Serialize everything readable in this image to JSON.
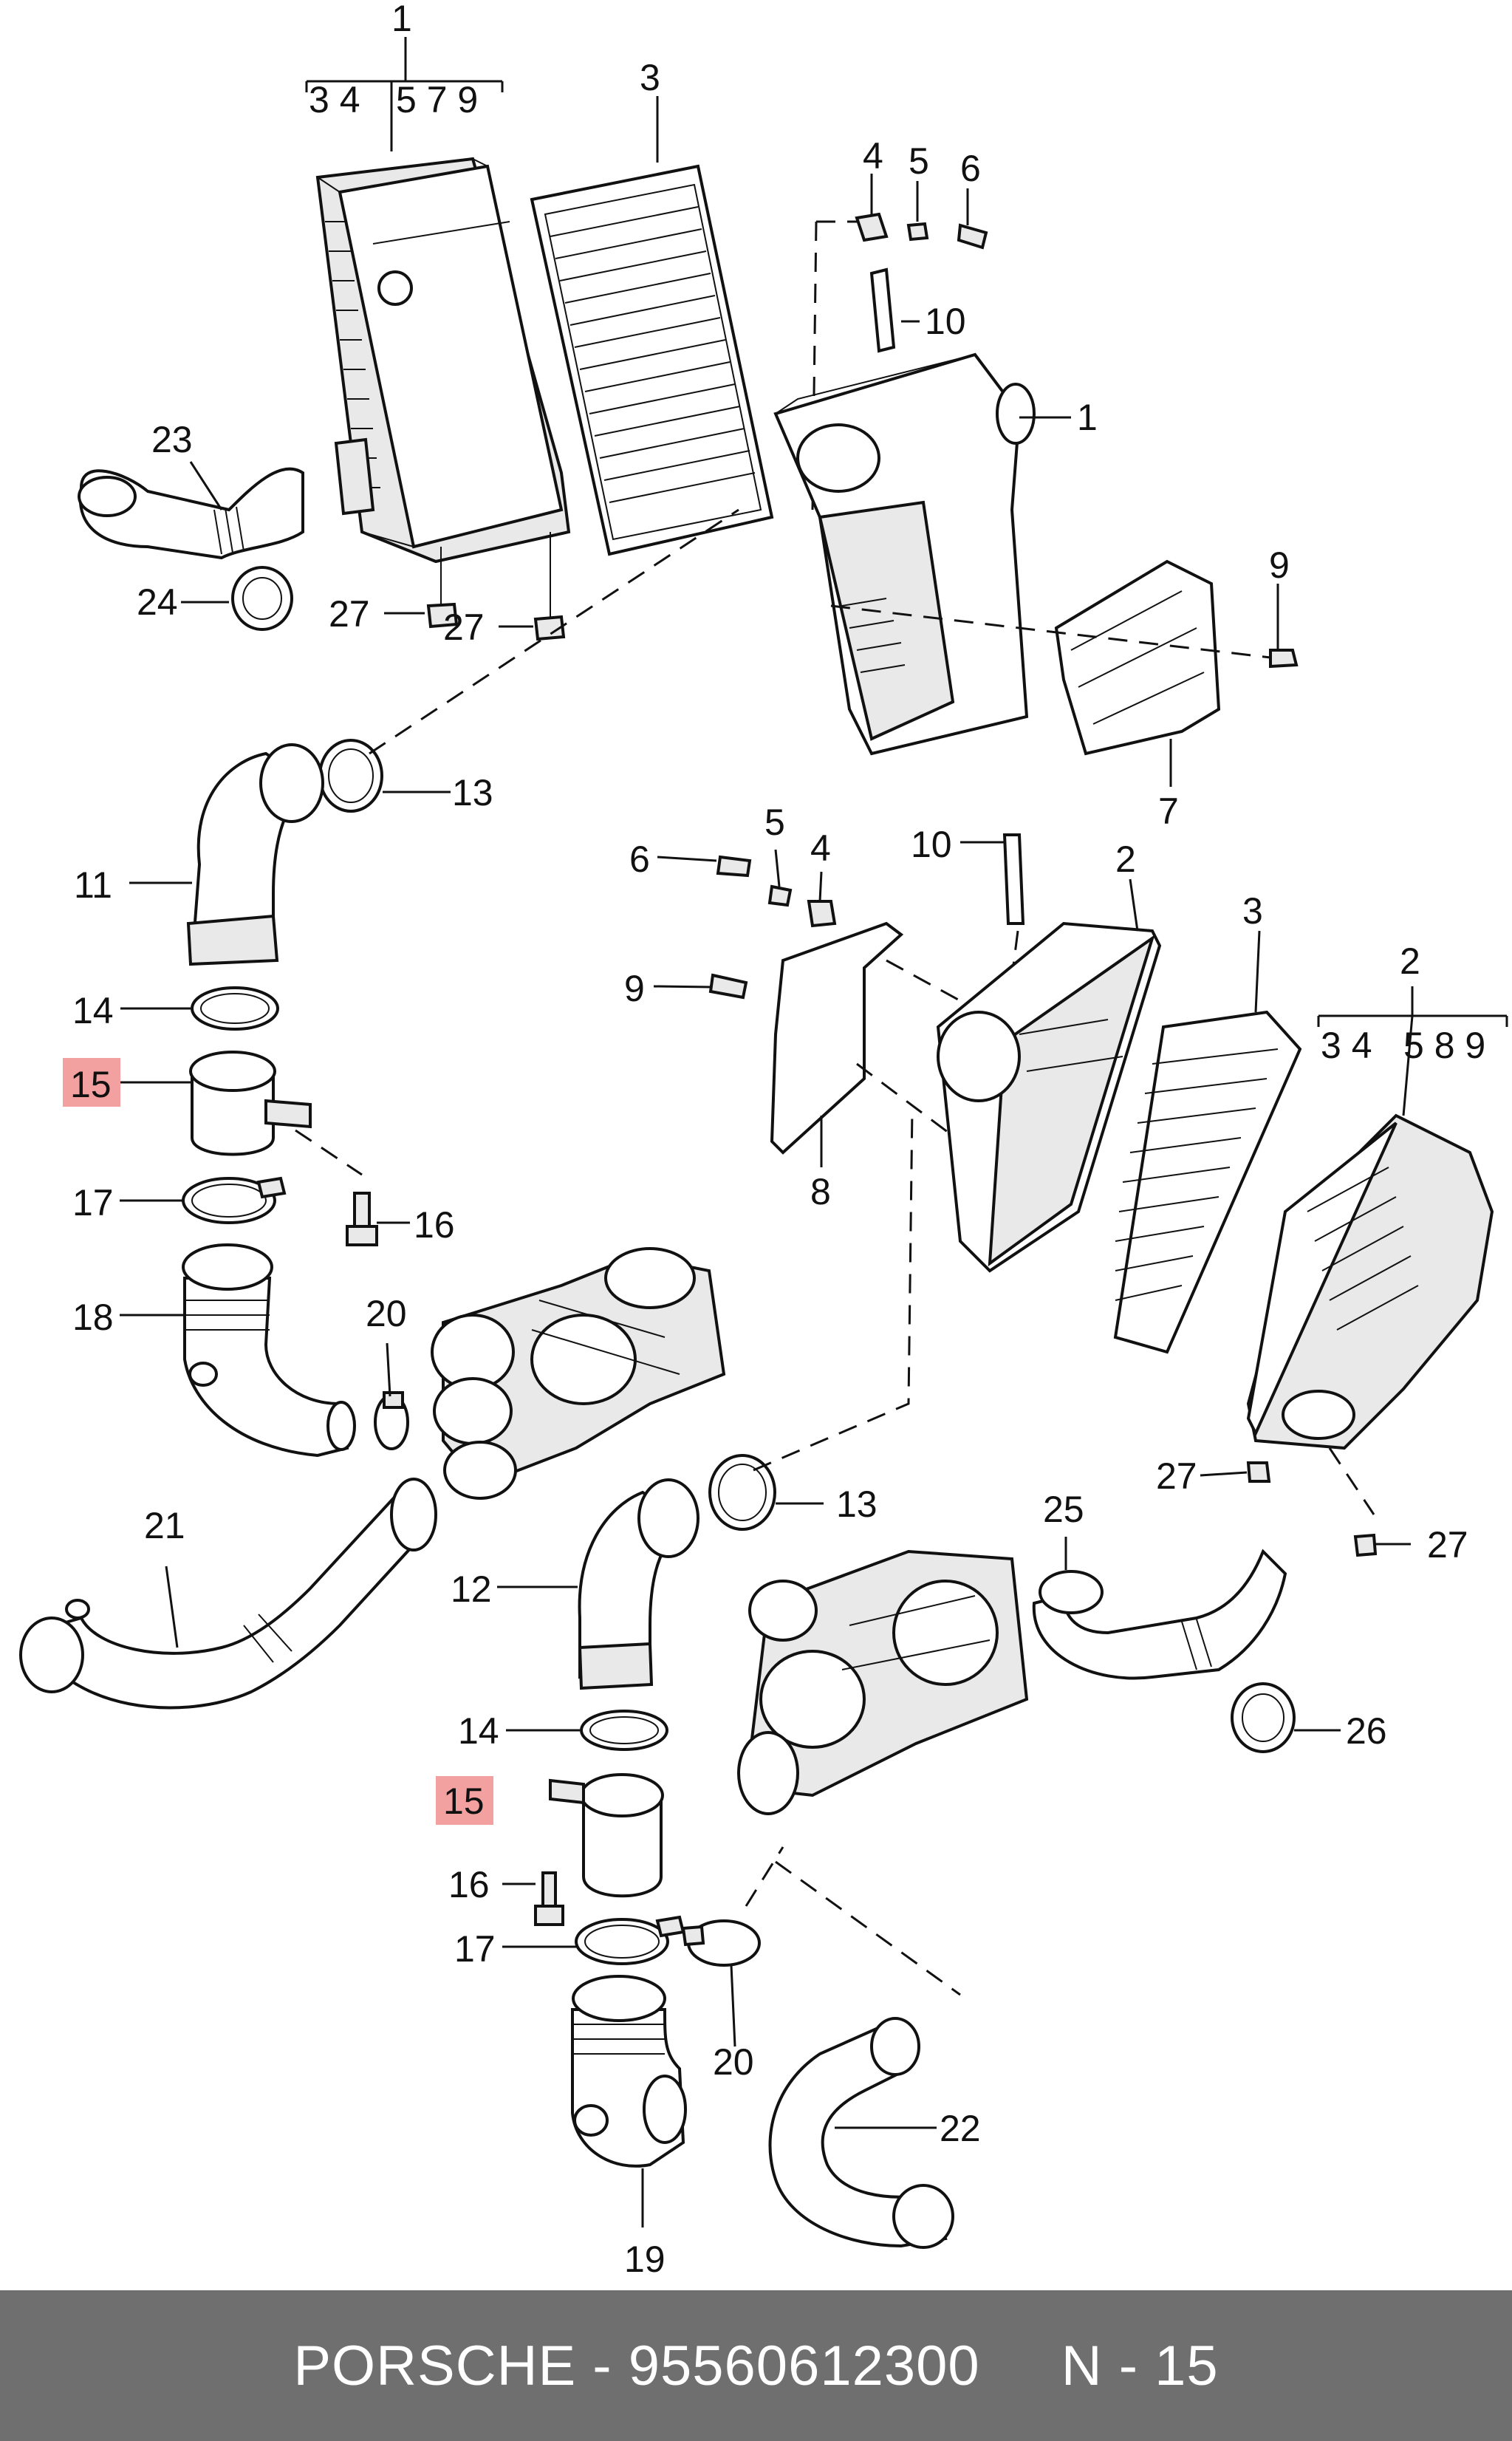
{
  "callouts": [
    {
      "id": "c1-top",
      "text": "1"
    },
    {
      "id": "c1-sub",
      "text": "3 4"
    },
    {
      "id": "c1-sub2",
      "text": "5 7 9"
    },
    {
      "id": "c3-top",
      "text": "3"
    },
    {
      "id": "c4-top",
      "text": "4"
    },
    {
      "id": "c5-top",
      "text": "5"
    },
    {
      "id": "c6-top",
      "text": "6"
    },
    {
      "id": "c10-top",
      "text": "10"
    },
    {
      "id": "c1-right",
      "text": "1"
    },
    {
      "id": "c23",
      "text": "23"
    },
    {
      "id": "c24",
      "text": "24"
    },
    {
      "id": "c27-a",
      "text": "27"
    },
    {
      "id": "c27-b",
      "text": "27"
    },
    {
      "id": "c9-top",
      "text": "9"
    },
    {
      "id": "c7",
      "text": "7"
    },
    {
      "id": "c13-a",
      "text": "13"
    },
    {
      "id": "c11",
      "text": "11"
    },
    {
      "id": "c5-mid",
      "text": "5"
    },
    {
      "id": "c6-mid",
      "text": "6"
    },
    {
      "id": "c4-mid",
      "text": "4"
    },
    {
      "id": "c10-mid",
      "text": "10"
    },
    {
      "id": "c2-mid",
      "text": "2"
    },
    {
      "id": "c3-mid",
      "text": "3"
    },
    {
      "id": "c2-right",
      "text": "2"
    },
    {
      "id": "c2-sub",
      "text": "3 4"
    },
    {
      "id": "c2-sub2",
      "text": "5 8 9"
    },
    {
      "id": "c14-a",
      "text": "14"
    },
    {
      "id": "c9-mid",
      "text": "9"
    },
    {
      "id": "c15-a",
      "text": "15"
    },
    {
      "id": "c8",
      "text": "8"
    },
    {
      "id": "c17-a",
      "text": "17"
    },
    {
      "id": "c16-a",
      "text": "16"
    },
    {
      "id": "c18",
      "text": "18"
    },
    {
      "id": "c20-a",
      "text": "20"
    },
    {
      "id": "c27-c",
      "text": "27"
    },
    {
      "id": "c21",
      "text": "21"
    },
    {
      "id": "c13-b",
      "text": "13"
    },
    {
      "id": "c25",
      "text": "25"
    },
    {
      "id": "c27-d",
      "text": "27"
    },
    {
      "id": "c12",
      "text": "12"
    },
    {
      "id": "c26",
      "text": "26"
    },
    {
      "id": "c14-b",
      "text": "14"
    },
    {
      "id": "c15-b",
      "text": "15"
    },
    {
      "id": "c16-b",
      "text": "16"
    },
    {
      "id": "c17-b",
      "text": "17"
    },
    {
      "id": "c20-b",
      "text": "20"
    },
    {
      "id": "c22",
      "text": "22"
    },
    {
      "id": "c19",
      "text": "19"
    }
  ],
  "footer": {
    "brand": "PORSCHE",
    "separator": " - ",
    "part_number": "95560612300",
    "diagram_ref": "N - 15"
  },
  "colors": {
    "highlight": "#f2a0a0",
    "footer_bg": "#6f6f6f",
    "footer_text": "#ffffff"
  }
}
